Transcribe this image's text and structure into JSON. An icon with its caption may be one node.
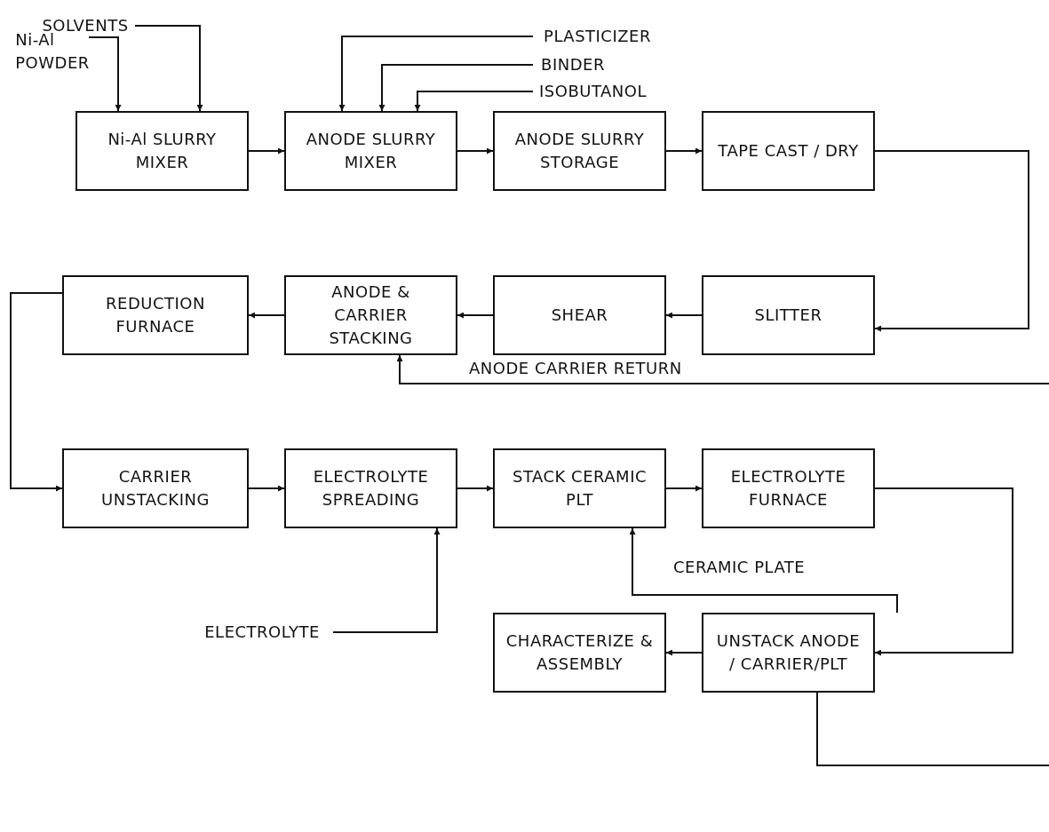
{
  "diagram": {
    "nodes": [
      {
        "text": [
          "SOLVENTS"
        ]
      },
      {
        "text": [
          "Ni-Al POWDER"
        ]
      },
      {
        "text": [
          "PLASTICIZER"
        ]
      },
      {
        "text": [
          "BINDER"
        ]
      },
      {
        "text": [
          "ISOBUTANOL"
        ]
      },
      {
        "text": [
          "Ni-Al SLURRY MIXER"
        ]
      },
      {
        "text": [
          "ANODE SLURRY MIXER"
        ]
      },
      {
        "text": [
          "ANODE SLURRY STORAGE"
        ]
      },
      {
        "text": [
          "TAPE CAST / DRY"
        ]
      },
      {
        "text": [
          "REDUCTION FURNACE"
        ]
      },
      {
        "text": [
          "ANODE & CARRIER STACKING"
        ]
      },
      {
        "text": [
          "SHEAR"
        ]
      },
      {
        "text": [
          "SLITTER"
        ]
      },
      {
        "text": [
          "CARRIER UNSTACKING"
        ]
      },
      {
        "text": [
          "ELECTROLYTE SPREADING"
        ]
      },
      {
        "text": [
          "STACK CERAMIC PLT"
        ]
      },
      {
        "text": [
          "ELECTROLYTE FURNACE"
        ]
      },
      {
        "text": [
          "ELECTROLYTE"
        ]
      },
      {
        "text": [
          "CHARACTERIZE & ASSEMBLY"
        ]
      },
      {
        "text": [
          "UNSTACK ANODE / CARRIER/PLT"
        ]
      }
    ],
    "edges": [
      {
        "from": 1,
        "to": 5,
        "arrow": "to"
      },
      {
        "from": 0,
        "to": 5,
        "arrow": "to"
      },
      {
        "from": 2,
        "to": 6,
        "arrow": "to"
      },
      {
        "from": 3,
        "to": 6,
        "arrow": "to"
      },
      {
        "from": 4,
        "to": 6,
        "arrow": "to"
      },
      {
        "from": 5,
        "to": 6,
        "arrow": "to"
      },
      {
        "from": 6,
        "to": 7,
        "arrow": "to"
      },
      {
        "from": 7,
        "to": 8,
        "arrow": "to"
      },
      {
        "from": 8,
        "to": 12,
        "arrow": "to"
      },
      {
        "from": 12,
        "to": 11,
        "arrow": "to"
      },
      {
        "from": 11,
        "to": 10,
        "arrow": "to"
      },
      {
        "from": 10,
        "to": 9,
        "arrow": "to"
      },
      {
        "from": 9,
        "to": 13,
        "arrow": "to"
      },
      {
        "from": 13,
        "to": 14,
        "arrow": "to"
      },
      {
        "from": 14,
        "to": 15,
        "arrow": "to"
      },
      {
        "from": 15,
        "to": 16,
        "arrow": "to"
      },
      {
        "from": 16,
        "to": 19,
        "arrow": "to"
      },
      {
        "from": 19,
        "to": 18,
        "arrow": "to"
      },
      {
        "from": 19,
        "to": 15,
        "arrow": "to",
        "label": "CERAMIC PLATE"
      },
      {
        "from": 17,
        "to": 14,
        "arrow": "to"
      },
      {
        "from": 19,
        "to": null,
        "arrow": "none"
      },
      {
        "from": null,
        "to": 10,
        "arrow": "to",
        "label": "ANODE CARRIER RETURN"
      }
    ]
  }
}
